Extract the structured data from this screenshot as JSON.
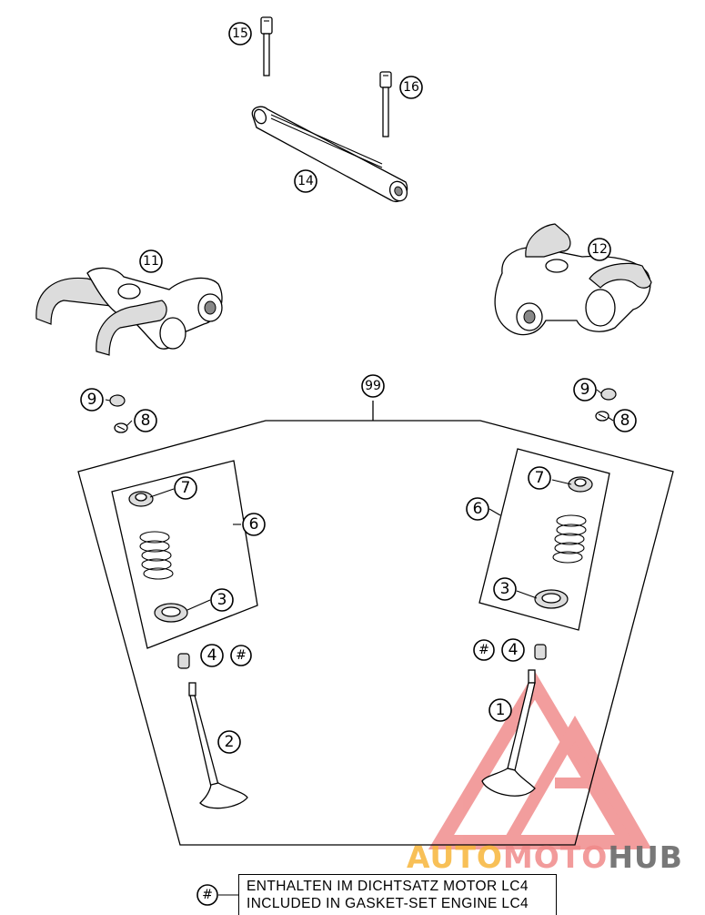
{
  "callouts": {
    "c15": "15",
    "c16": "16",
    "c14": "14",
    "c11": "11",
    "c12": "12",
    "c99": "99",
    "c9_left": "9",
    "c8_left": "8",
    "c9_right": "9",
    "c8_right": "8",
    "c7_left": "7",
    "c6_left": "6",
    "c3_left": "3",
    "c4_left": "4",
    "hash_left": "#",
    "c2": "2",
    "c7_right": "7",
    "c6_right": "6",
    "c3_right": "3",
    "hash_right": "#",
    "c4_right": "4",
    "c1": "1",
    "legend_hash": "#"
  },
  "legend": {
    "line1": "ENTHALTEN IM DICHTSATZ MOTOR LC4",
    "line2": "INCLUDED IN GASKET-SET ENGINE LC4"
  },
  "watermark": {
    "part1": "AUTO",
    "part2": "MOTO",
    "part3": "HUB",
    "colors": {
      "auto": "#f7b63a",
      "moto": "#f08a8a",
      "hub": "#6a6a6a",
      "logo": "#ee7d7d"
    }
  }
}
